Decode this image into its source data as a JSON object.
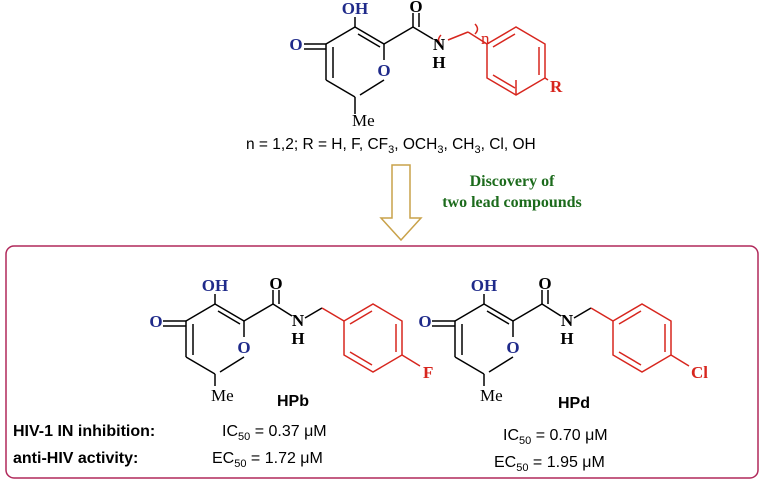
{
  "colors": {
    "heteroatom_blue": "#1f2a8a",
    "substituent_red": "#d7261e",
    "discovery_green": "#1c6b1c",
    "arrow_gold": "#c9a24a",
    "box_border": "#b0285a"
  },
  "top_structure": {
    "atoms": {
      "oh": "OH",
      "o_keto": "O",
      "o_ring": "O",
      "o_amide": "O",
      "nh_n": "N",
      "nh_h": "H",
      "me": "Me",
      "n_index": "n",
      "r": "R"
    },
    "substituents": {
      "lead": "n = 1,2; R = H, F, CF",
      "cf3_sub": "3",
      "och3_pre": ", OCH",
      "och3_sub": "3",
      "ch3_pre": ", CH",
      "ch3_sub": "3",
      "tail": ", Cl, OH"
    }
  },
  "arrow_label": {
    "line1": "Discovery of",
    "line2": "two lead compounds"
  },
  "compounds": [
    {
      "name": "HPb",
      "halogen": "F",
      "atoms": {
        "oh": "OH",
        "o_keto": "O",
        "o_ring": "O",
        "o_amide": "O",
        "nh_n": "N",
        "nh_h": "H",
        "me": "Me"
      },
      "ic50_pre": "IC",
      "ic50_sub": "50",
      "ic50_value": " = 0.37 μM",
      "ec50_pre": "EC",
      "ec50_sub": "50",
      "ec50_value": " = 1.72 μM"
    },
    {
      "name": "HPd",
      "halogen": "Cl",
      "atoms": {
        "oh": "OH",
        "o_keto": "O",
        "o_ring": "O",
        "o_amide": "O",
        "nh_n": "N",
        "nh_h": "H",
        "me": "Me"
      },
      "ic50_pre": "IC",
      "ic50_sub": "50",
      "ic50_value": " = 0.70 μM",
      "ec50_pre": "EC",
      "ec50_sub": "50",
      "ec50_value": " = 1.95 μM"
    }
  ],
  "row_labels": {
    "inhibition": "HIV-1 IN inhibition:",
    "activity": "anti-HIV activity:"
  }
}
